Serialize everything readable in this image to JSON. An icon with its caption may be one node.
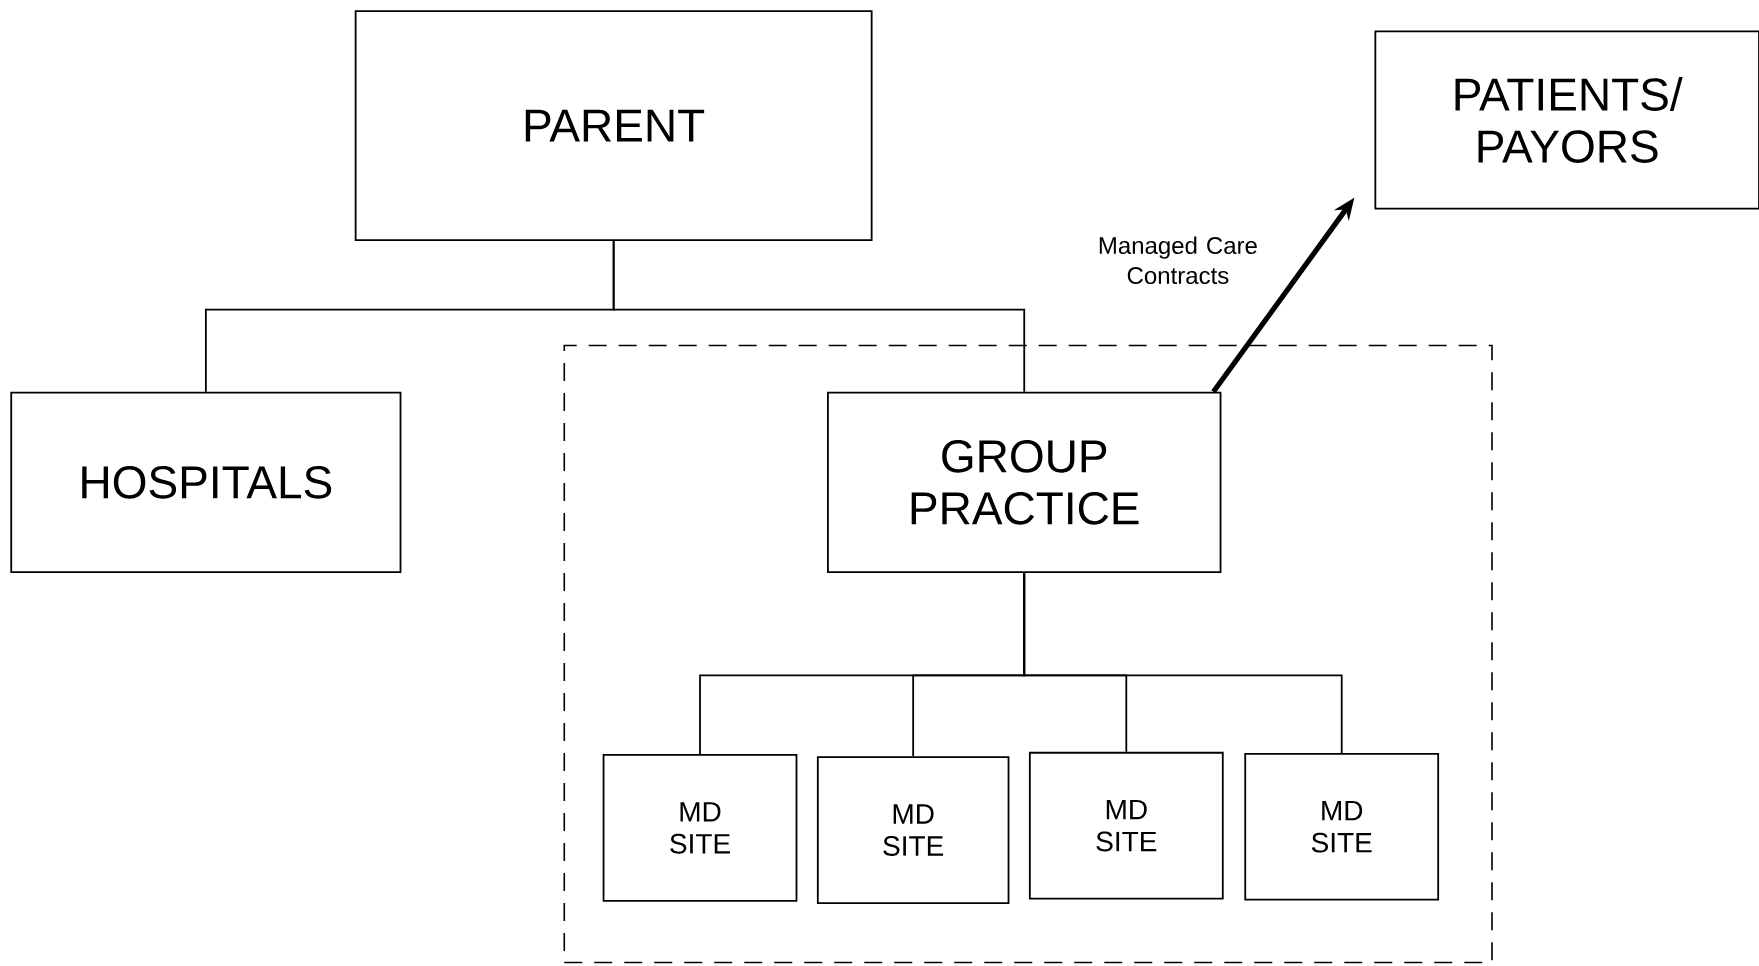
{
  "diagram": {
    "nodes": [
      {
        "text": [
          "PARENT"
        ]
      },
      {
        "text": [
          "PATIENTS/ PAYORS"
        ]
      },
      {
        "text": [
          "HOSPITALS"
        ]
      },
      {
        "text": [],
        "shape": "box"
      },
      {
        "text": [
          "GROUP PRACTICE"
        ],
        "in": 3
      },
      {
        "text": [
          "MD SITE"
        ],
        "in": 3
      },
      {
        "text": [
          "MD SITE"
        ],
        "in": 3
      },
      {
        "text": [
          "MD SITE"
        ],
        "in": 3
      },
      {
        "text": [
          "MD SITE"
        ],
        "in": 3
      }
    ],
    "edges": [
      {
        "from": 0,
        "to": 2,
        "arrow": "none"
      },
      {
        "from": 0,
        "to": 4,
        "arrow": "none"
      },
      {
        "from": 4,
        "to": 1,
        "arrow": "to",
        "label": "Managed Care Contracts",
        "style": "thick"
      },
      {
        "from": 4,
        "to": 5,
        "arrow": "none"
      },
      {
        "from": 4,
        "to": 6,
        "arrow": "none"
      },
      {
        "from": 4,
        "to": 7,
        "arrow": "none"
      },
      {
        "from": 4,
        "to": 8,
        "arrow": "none"
      }
    ]
  }
}
